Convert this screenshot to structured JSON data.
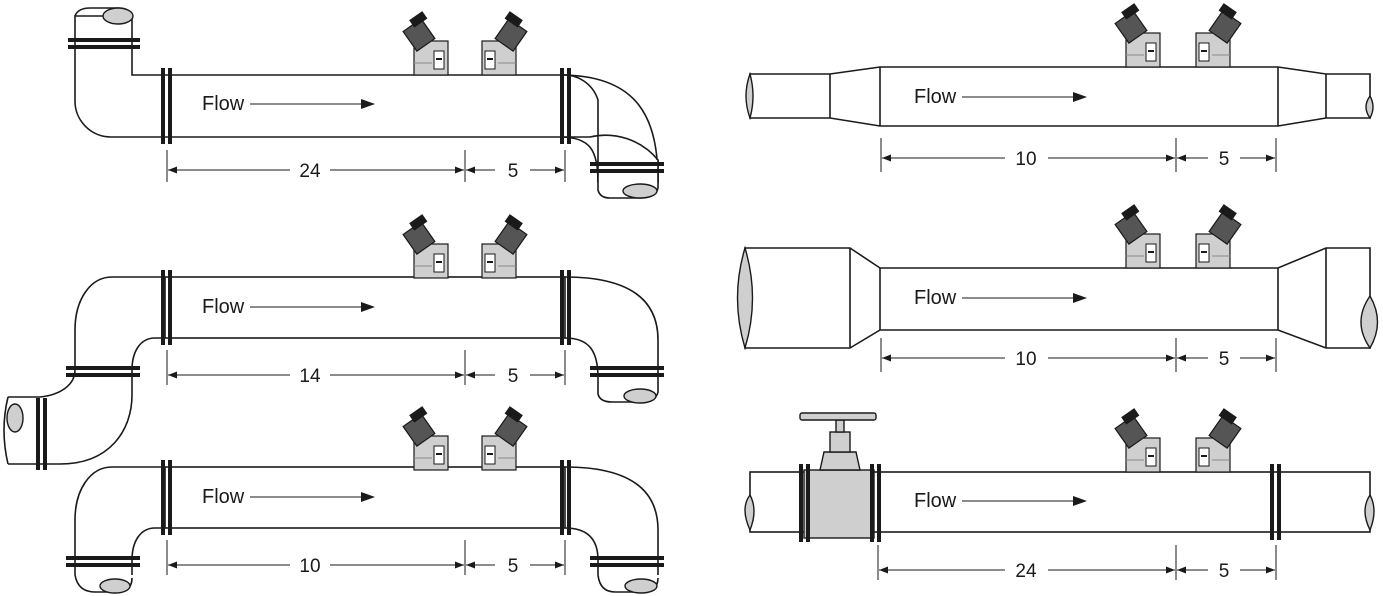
{
  "flow_label": "Flow",
  "panels": [
    {
      "id": "elbow-out-of-plane",
      "upstream_distance": "24",
      "downstream_distance": "5"
    },
    {
      "id": "double-elbow",
      "upstream_distance": "14",
      "downstream_distance": "5"
    },
    {
      "id": "u-bend",
      "upstream_distance": "10",
      "downstream_distance": "5"
    },
    {
      "id": "reducer",
      "upstream_distance": "10",
      "downstream_distance": "5"
    },
    {
      "id": "expander",
      "upstream_distance": "10",
      "downstream_distance": "5"
    },
    {
      "id": "valve",
      "upstream_distance": "24",
      "downstream_distance": "5"
    }
  ],
  "colors": {
    "line": "#1a1a1a",
    "fitting_fill": "#cfcfcf",
    "background": "#ffffff"
  },
  "icons": [
    "ultrasonic-transducer-icon",
    "flow-arrow-icon",
    "pipe-flange-icon",
    "gate-valve-icon"
  ]
}
